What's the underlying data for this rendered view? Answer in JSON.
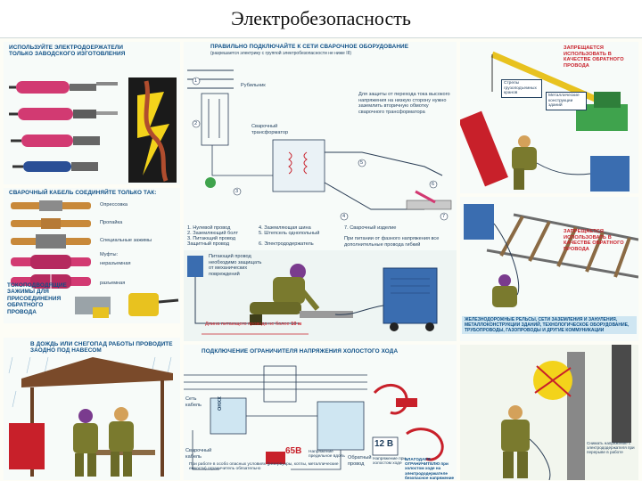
{
  "page": {
    "title": "Электробезопасность"
  },
  "panels": {
    "holders": {
      "heading": "ИСПОЛЬЗУЙТЕ ЭЛЕКТРОДОЕРЖАТЕЛИ ТОЛЬКО ЗАВОДСКОГО ИЗГОТОВЛЕНИЯ"
    },
    "cable": {
      "heading": "СВАРОЧНЫЙ КАБЕЛЬ СОЕДИНЯЙТЕ ТОЛЬКО ТАК:",
      "items": [
        "Опрессовка",
        "Пропайка",
        "Специальные зажимы",
        "Муфты:",
        "неразъемная",
        "разъемная"
      ]
    },
    "clamps": {
      "heading": "ТОКОПОДВОДЯЩИЕ ЗАЖИМЫ ДЛЯ ПРИСОЕДИНЕНИЯ ОБРАТНОГО ПРОВОДА"
    },
    "connect": {
      "heading": "ПРАВИЛЬНО ПОДКЛЮЧАЙТЕ К СЕТИ СВАРОЧНОЕ ОБОРУДОВАНИЕ",
      "subheading": "(разрешается электрику с группой электробезопасности не ниже III)",
      "breaker_label": "Рубильник",
      "note_right": "Для защиты от перехода тока высокого напряжения на низкую сторону нужно заземлить вторичную обмотку сварочного трансформатора",
      "transformer_label": "Сварочный трансформатор",
      "legend_left": [
        "1. Нулевой провод",
        "2. Заземляющий болт",
        "3. Питающий провод",
        "Защитный провод"
      ],
      "legend_mid": [
        "4. Заземляющая шина",
        "5. Штепсель однопольный",
        "6. Электрододержатель"
      ],
      "legend_right": [
        "7. Сварочный изделие"
      ],
      "note_bottom": "При питании от фазного напряжения все дополнительные провода гибкий",
      "note_cable": "Питающий провод необходимо защищать от механических повреждений",
      "length_label": "Длина питающего провода не более",
      "length_value": "10 м",
      "numbers": [
        "1",
        "2",
        "3",
        "4",
        "5",
        "6",
        "7"
      ]
    },
    "crane": {
      "warning": "ЗАПРЕЩАЕТСЯ ИСПОЛЬЗОВАТЬ В КАЧЕСТВЕ ОБРАТНОГО ПРОВОДА",
      "label1": "Стрелы грузоподъемных кранов",
      "label2": "Металлические конструкции зданий"
    },
    "rails": {
      "warning": "ЗАПРЕЩАЕТСЯ ИСПОЛЬЗОВАТЬ В КАЧЕСТВЕ ОБРАТНОГО ПРОВОДА",
      "banner": "ЖЕЛЕЗНОДОРОЖНЫЕ РЕЛЬСЫ, СЕТИ ЗАЗЕМЛЕНИЯ И ЗАНУЛЕНИЯ, МЕТАЛЛОКОНСТРУКЦИИ ЗДАНИЙ, ТЕХНОЛОГИЧЕСКОЕ ОБОРУДОВАНИЕ, ТРУБОПРОВОДЫ, ГАЗОПРОВОДЫ И ДРУГИЕ КОММУНИКАЦИИ"
    },
    "rain": {
      "heading": "В ДОЖДЬ ИЛИ СНЕГОПАД РАБОТЫ ПРОВОДИТЕ ЗАОДНО ПОД НАВЕСОМ"
    },
    "limiter": {
      "heading": "ПОДКЛЮЧЕНИЕ ОГРАНИЧИТЕЛЯ НАПРЯЖЕНИЯ ХОЛОСТОГО ХОДА",
      "device_label": "ОНХХ",
      "label_net": "Сеть кабель",
      "label_out": "Сварочный кабель",
      "label_reverse": "Обратный провод",
      "voltage_high": "65В",
      "voltage_high_note": "Напряжение предельное вдоль",
      "voltage_low": "12 В",
      "voltage_low_note": "Напряжение при холостом ходе",
      "note_bottom": "При работе в особо опасных условиях (резервуары, котлы, металлические емкости) ограничитель обязательно",
      "note_right": "БЛАГОДАРЯ ОГРАНИЧИТЕЛЮ при холостом ходе на электрододержателе безопасное напряжение"
    },
    "spark": {
      "label": "Снимать напряжение с электрододержателя при перерыве в работе"
    }
  },
  "colors": {
    "brand_blue": "#0e4f86",
    "warning_red": "#c8202a",
    "holder_magenta": "#d23a72",
    "worker_olive": "#7a7a2e",
    "equipment_blue": "#3a6db0",
    "crane_yellow": "#e8c21f"
  }
}
